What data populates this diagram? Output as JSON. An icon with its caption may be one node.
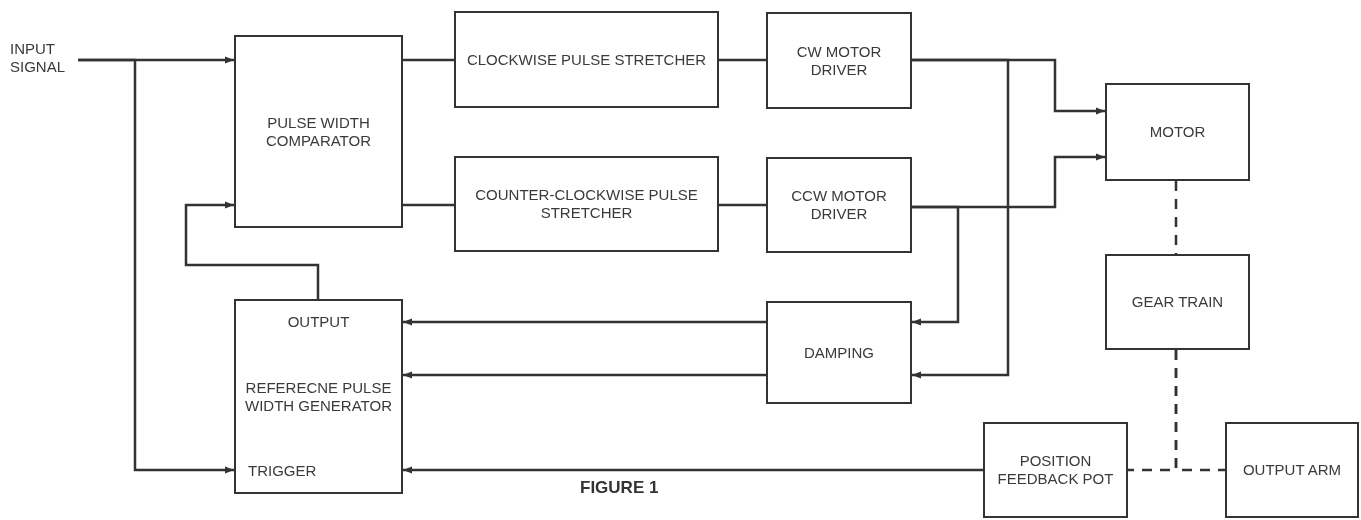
{
  "diagram": {
    "caption": "FIGURE 1",
    "nodes": [
      {
        "text": [
          "INPUT SIGNAL"
        ]
      },
      {
        "text": [
          "PULSE WIDTH COMPARATOR"
        ]
      },
      {
        "text": [
          "CLOCKWISE PULSE STRETCHER"
        ]
      },
      {
        "text": [
          "CW MOTOR DRIVER"
        ]
      },
      {
        "text": [
          "COUNTER-CLOCKWISE PULSE STRETCHER"
        ]
      },
      {
        "text": [
          "CCW MOTOR DRIVER"
        ]
      },
      {
        "text": [
          "MOTOR"
        ]
      },
      {
        "text": [
          "OUTPUT",
          "REFERECNE PULSE WIDTH GENERATOR",
          "TRIGGER"
        ]
      },
      {
        "text": [
          "DAMPING"
        ]
      },
      {
        "text": [
          "GEAR TRAIN"
        ]
      },
      {
        "text": [
          "POSITION FEEDBACK POT"
        ]
      },
      {
        "text": [
          "OUTPUT ARM"
        ]
      }
    ],
    "edges": [
      {
        "from": 0,
        "to": 1,
        "arrow": "to"
      },
      {
        "from": 0,
        "to": 7,
        "arrow": "to"
      },
      {
        "from": 1,
        "to": 2,
        "arrow": "none"
      },
      {
        "from": 1,
        "to": 4,
        "arrow": "none"
      },
      {
        "from": 2,
        "to": 3,
        "arrow": "none"
      },
      {
        "from": 4,
        "to": 5,
        "arrow": "none"
      },
      {
        "from": 3,
        "to": 6,
        "arrow": "to"
      },
      {
        "from": 5,
        "to": 6,
        "arrow": "to"
      },
      {
        "from": 3,
        "to": 8,
        "arrow": "to"
      },
      {
        "from": 5,
        "to": 8,
        "arrow": "to"
      },
      {
        "from": 8,
        "to": 7,
        "arrow": "to"
      },
      {
        "from": 8,
        "to": 7,
        "arrow": "to"
      },
      {
        "from": 10,
        "to": 7,
        "arrow": "to"
      },
      {
        "from": 7,
        "to": 1,
        "arrow": "to"
      },
      {
        "from": 6,
        "to": 9,
        "arrow": "none",
        "style": "dashed"
      },
      {
        "from": 9,
        "to": 10,
        "arrow": "none",
        "style": "dashed"
      },
      {
        "from": 9,
        "to": 11,
        "arrow": "none",
        "style": "dashed"
      }
    ]
  }
}
